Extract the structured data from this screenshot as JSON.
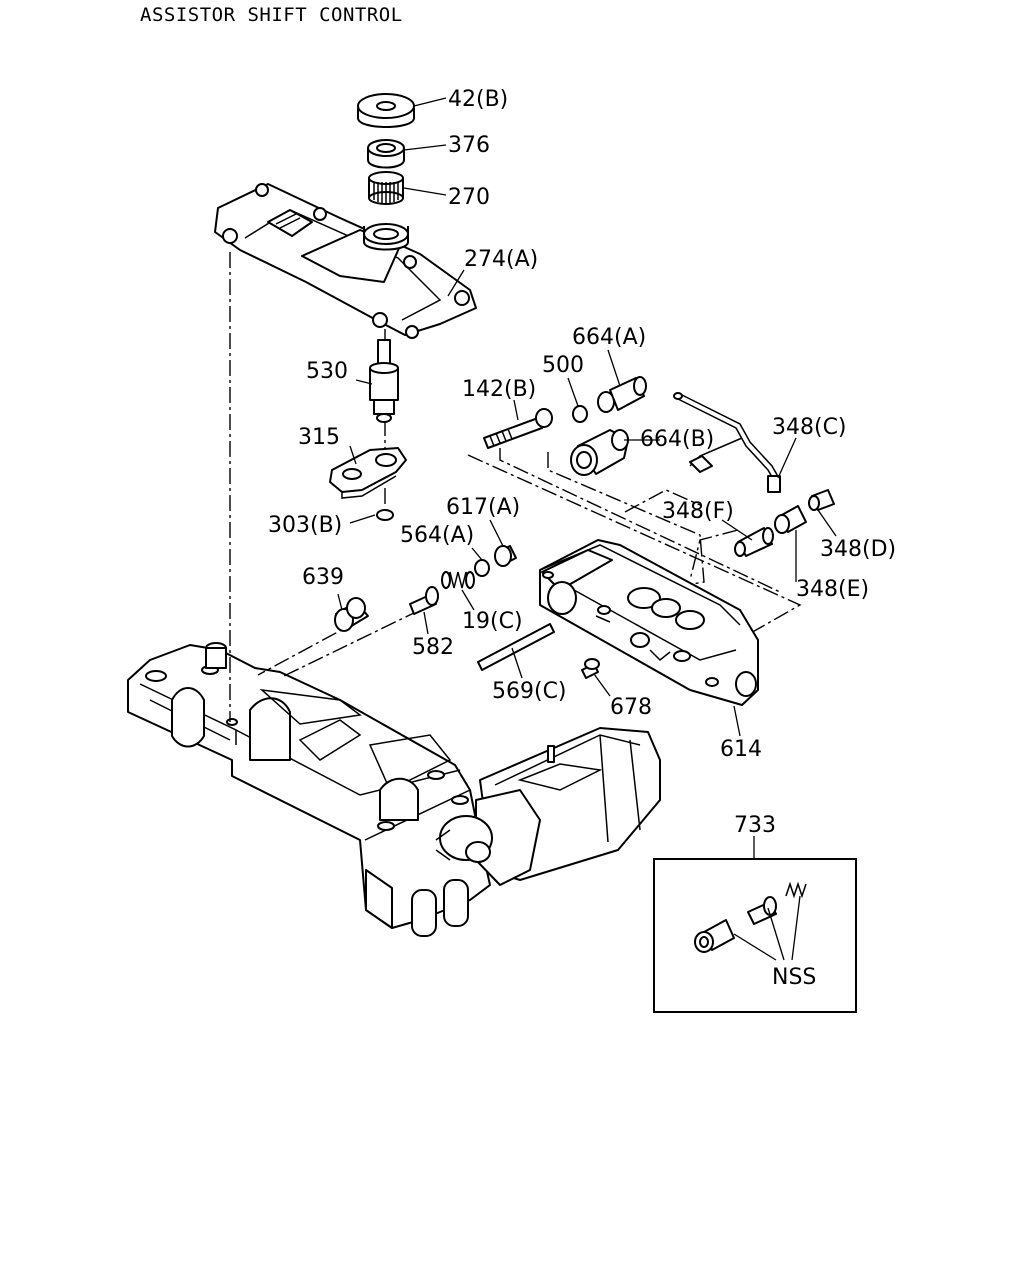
{
  "title": "ASSISTOR SHIFT CONTROL",
  "callouts": {
    "c42b": "42(B)",
    "c376": "376",
    "c270": "270",
    "c274a": "274(A)",
    "c530": "530",
    "c315": "315",
    "c303b": "303(B)",
    "c664a": "664(A)",
    "c500": "500",
    "c142b": "142(B)",
    "c664b": "664(B)",
    "c348c": "348(C)",
    "c348f": "348(F)",
    "c348d": "348(D)",
    "c348e": "348(E)",
    "c617a": "617(A)",
    "c564a": "564(A)",
    "c639": "639",
    "c19c": "19(C)",
    "c582": "582",
    "c569c": "569(C)",
    "c678": "678",
    "c614": "614",
    "c733": "733",
    "nss": "NSS"
  }
}
